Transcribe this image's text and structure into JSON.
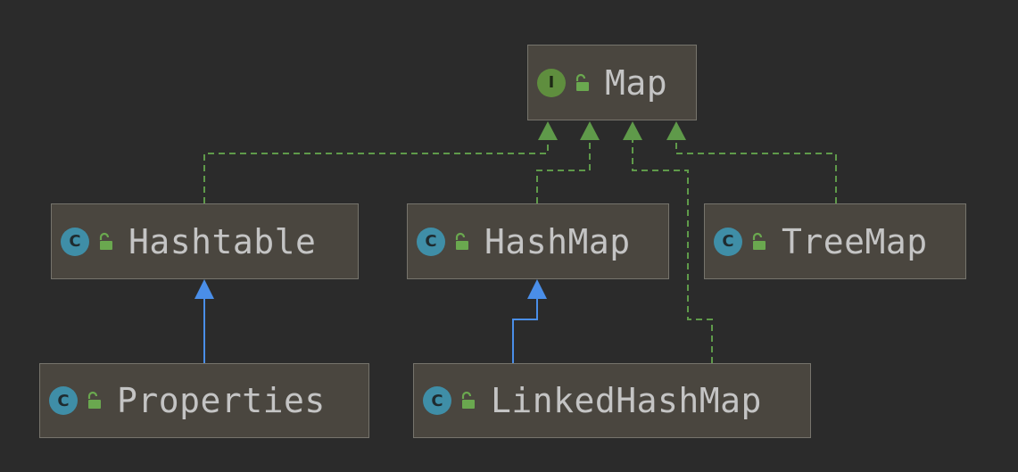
{
  "nodes": {
    "map": {
      "label": "Map",
      "kind": "I",
      "kind_name": "interface"
    },
    "hashtable": {
      "label": "Hashtable",
      "kind": "C",
      "kind_name": "class"
    },
    "hashmap": {
      "label": "HashMap",
      "kind": "C",
      "kind_name": "class"
    },
    "treemap": {
      "label": "TreeMap",
      "kind": "C",
      "kind_name": "class"
    },
    "properties": {
      "label": "Properties",
      "kind": "C",
      "kind_name": "class"
    },
    "linkedhashmap": {
      "label": "LinkedHashMap",
      "kind": "C",
      "kind_name": "class"
    }
  },
  "edges": [
    {
      "from": "hashtable",
      "to": "map",
      "type": "implements"
    },
    {
      "from": "hashmap",
      "to": "map",
      "type": "implements"
    },
    {
      "from": "linkedhashmap",
      "to": "map",
      "type": "implements"
    },
    {
      "from": "treemap",
      "to": "map",
      "type": "implements"
    },
    {
      "from": "properties",
      "to": "hashtable",
      "type": "extends"
    },
    {
      "from": "linkedhashmap",
      "to": "hashmap",
      "type": "extends"
    }
  ],
  "colors": {
    "background": "#2b2b2b",
    "node_fill": "#4a463f",
    "node_border": "#76746c",
    "text": "#c4c4c4",
    "class_badge": "#3f8ea7",
    "interface_badge": "#5f8e3e",
    "implements_edge": "#5f9a4a",
    "extends_edge": "#4a8ee8",
    "lock": "#6aa84f"
  },
  "icons": {
    "class_badge": "class-c-icon",
    "interface_badge": "interface-i-icon",
    "visibility": "open-lock-icon"
  }
}
